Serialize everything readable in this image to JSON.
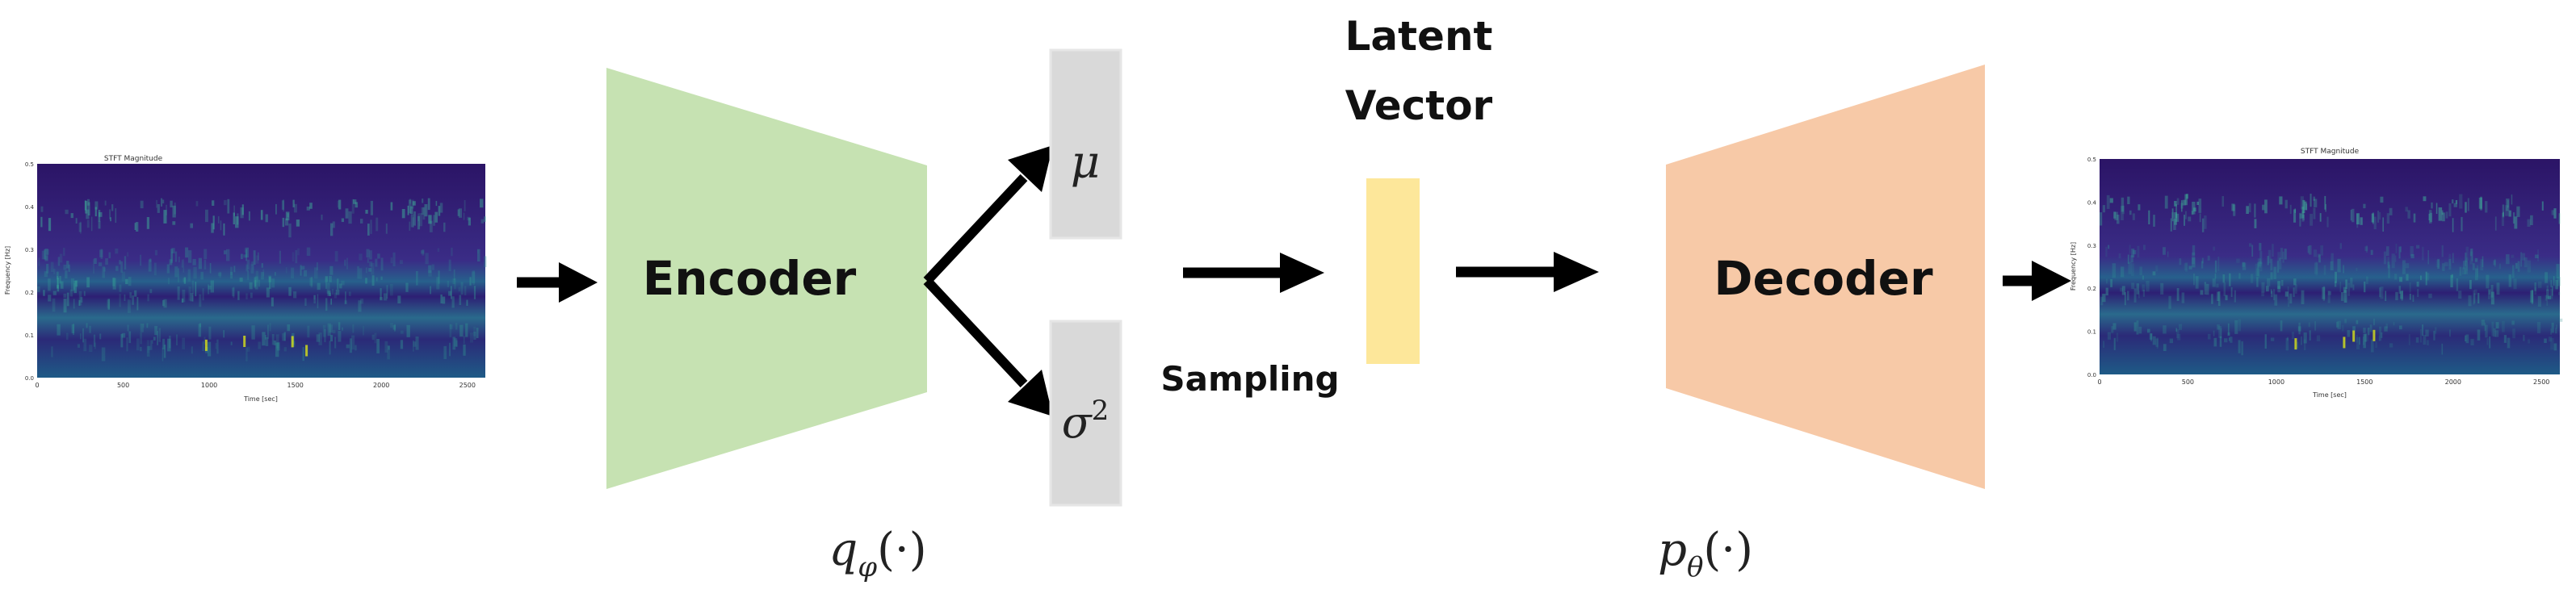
{
  "nodes": {
    "encoder": {
      "label": "Encoder",
      "fill": "#c6e2b2"
    },
    "decoder": {
      "label": "Decoder",
      "fill": "#f7c9a7"
    },
    "mu": {
      "label": "μ",
      "fill": "#d9d9d9"
    },
    "sigma": {
      "label": "σ",
      "exp": "2",
      "fill": "#d9d9d9"
    },
    "latent": {
      "title_line1": "Latent",
      "title_line2": "Vector",
      "fill": "#fde79a"
    },
    "sampling": {
      "label": "Sampling"
    }
  },
  "formulas": {
    "q": {
      "base": "q",
      "sub": "φ",
      "arg": "(·)"
    },
    "p": {
      "base": "p",
      "sub": "θ",
      "arg": "(·)"
    }
  },
  "spectrograms": {
    "input": {
      "title": "STFT Magnitude",
      "xlabel": "Time [sec]",
      "ylabel": "Frequency [Hz]",
      "xticks": [
        "0",
        "500",
        "1000",
        "1500",
        "2000",
        "2500"
      ],
      "yticks": [
        "0.0",
        "0.1",
        "0.2",
        "0.3",
        "0.4",
        "0.5"
      ]
    },
    "output": {
      "title": "STFT Magnitude",
      "xlabel": "Time [sec]",
      "ylabel": "Frequency [Hz]",
      "xticks": [
        "0",
        "500",
        "1000",
        "1500",
        "2000",
        "2500"
      ],
      "yticks": [
        "0.0",
        "0.1",
        "0.2",
        "0.3",
        "0.4",
        "0.5"
      ]
    }
  },
  "colors": {
    "arrow": "#000000",
    "spectrogram_base": "#3b0f6f",
    "spectrogram_band": "#2a9a8f",
    "spectrogram_hot": "#d7e219"
  }
}
